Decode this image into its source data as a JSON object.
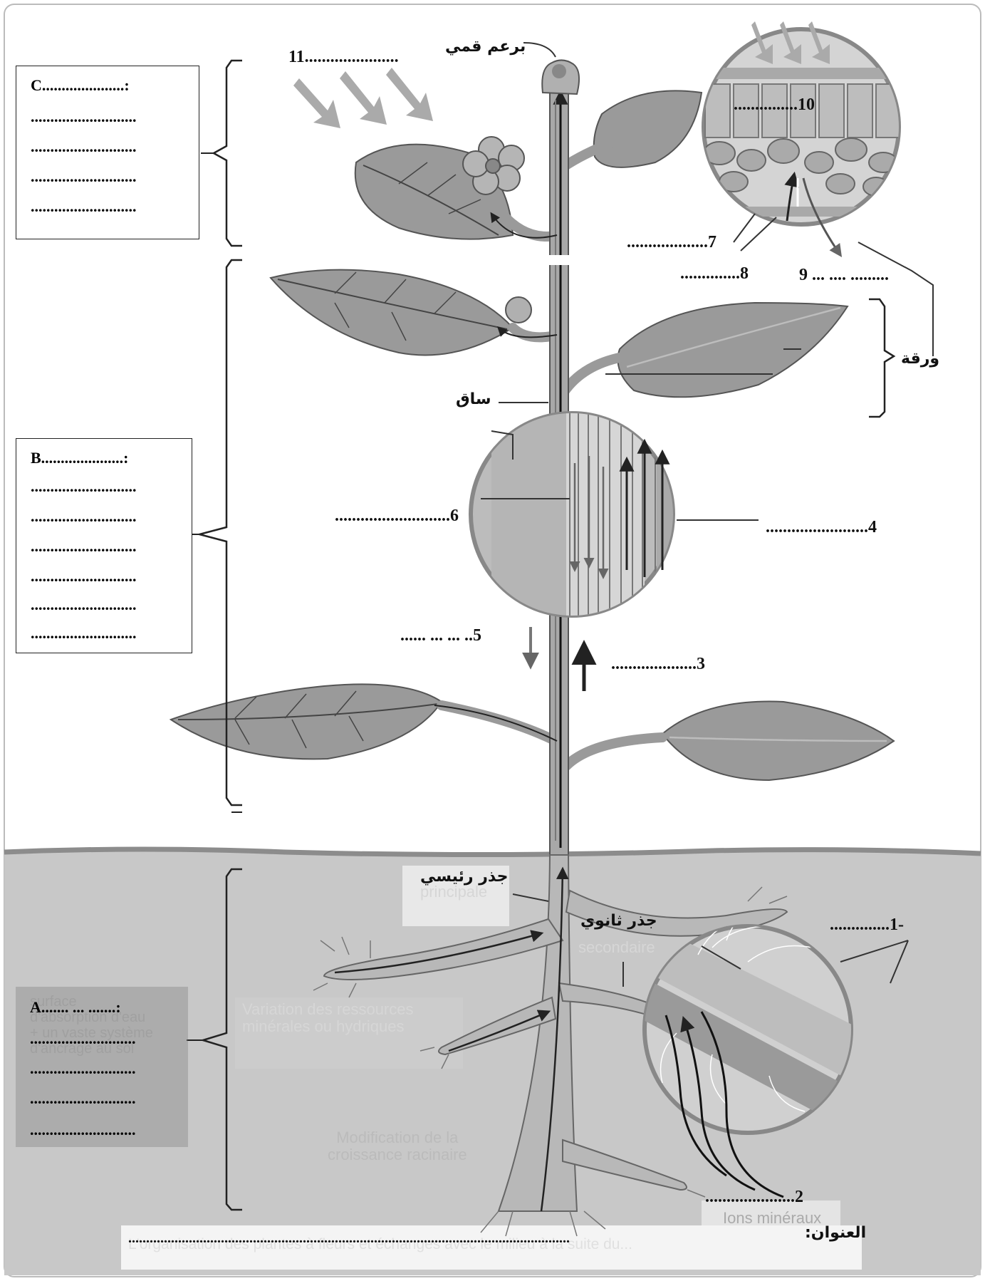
{
  "labels": {
    "apical_bud": "برعم قمي",
    "stem": "ساق",
    "leaf": "ورقة",
    "main_root": "جذر رئيسي",
    "secondary_root": "جذر ثانوي",
    "title_label": "العنوان:",
    "title_dots": "............................................................................................................................",
    "n1": "..............1-",
    "n2": ".....................2",
    "n3": "....................3",
    "n4": "........................4",
    "n5": "...... ... ... ..5",
    "n6": "...........................6",
    "n7": "...................7",
    "n8": "..............8",
    "n9": "9",
    "n9_dots": "... .... .........",
    "n10": "...............10",
    "n11": "11......................"
  },
  "boxes": {
    "C": [
      "C.....................:",
      "...........................",
      "...........................",
      "...........................",
      "..........................."
    ],
    "B": [
      "B.....................:",
      "...........................",
      "...........................",
      "...........................",
      "...........................",
      "...........................",
      "..........................."
    ],
    "A": [
      "A....... ... .......:",
      "...........................",
      "...........................",
      "...........................",
      "..........................."
    ]
  },
  "faint_text": {
    "root_principale": "principale",
    "root_secondaire": "secondaire",
    "variation": "Variation des ressources\nminérales ou hydriques",
    "modification": "Modification de la\ncroissance racinaire",
    "ions": "Ions minéraux",
    "box_a_bg": "surface\nd'absorption d'eau\n+ un vaste système\nd'ancrage au sol",
    "title_bg": "L'organisation des plantes à fleurs et échanges avec le milieu à la suite du..."
  }
}
